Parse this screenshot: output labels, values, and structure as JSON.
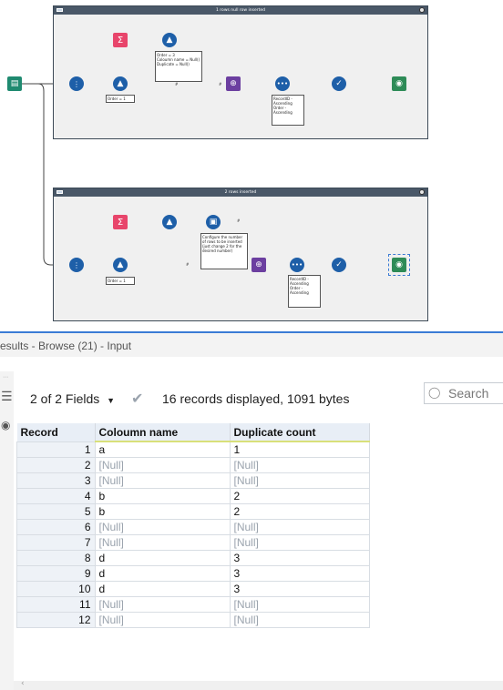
{
  "workflow": {
    "containers": [
      {
        "title": "1 rows null row inserted",
        "notes": [
          "Order = 3\nColoumn name = Null()\nDuplicate = Null()",
          "RecordID - Ascending\nOrder - Ascending"
        ],
        "anchor_labels": [
          "#",
          "#"
        ],
        "sort_note": "Order = 1"
      },
      {
        "title": "2 rows inserted",
        "notes": [
          "Configure the number of rows to be inserted (just change 2 for the desired number)",
          "RecordID - Ascending\nOrder - Ascending"
        ],
        "anchor_labels": [
          "#",
          "#"
        ],
        "sort_note": "Order = 1"
      }
    ]
  },
  "results": {
    "title": "esults - Browse (21) - Input",
    "fields_label": "2 of 2 Fields",
    "summary": "16 records displayed, 1091 bytes",
    "search_placeholder": "Search",
    "columns": [
      "Record",
      "Coloumn name",
      "Duplicate count"
    ],
    "rows": [
      [
        "1",
        "a",
        "1"
      ],
      [
        "2",
        "[Null]",
        "[Null]"
      ],
      [
        "3",
        "[Null]",
        "[Null]"
      ],
      [
        "4",
        "b",
        "2"
      ],
      [
        "5",
        "b",
        "2"
      ],
      [
        "6",
        "[Null]",
        "[Null]"
      ],
      [
        "7",
        "[Null]",
        "[Null]"
      ],
      [
        "8",
        "d",
        "3"
      ],
      [
        "9",
        "d",
        "3"
      ],
      [
        "10",
        "d",
        "3"
      ],
      [
        "11",
        "[Null]",
        "[Null]"
      ],
      [
        "12",
        "[Null]",
        "[Null]"
      ]
    ]
  },
  "colors": {
    "accent": "#3a7bd5",
    "input_tool": "#1f8a70",
    "blue_tool": "#1e5fa8",
    "formula_tool": "#1e5fa8",
    "summarize_tool": "#e8456b",
    "union_tool": "#6c3fa0",
    "browse_tool": "#2e8b57",
    "null_text": "#9aa3ad"
  }
}
